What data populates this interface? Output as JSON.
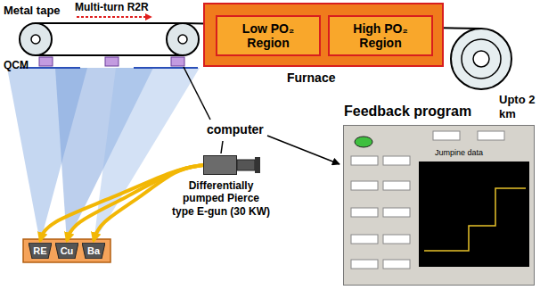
{
  "diagram": {
    "nodes": [
      {
        "text": [
          "Furnace"
        ]
      },
      {
        "text": [
          "Low PO₂ Region"
        ],
        "in": 0
      },
      {
        "text": [
          "High PO₂ Region"
        ],
        "in": 0
      },
      {
        "text": [
          "RE"
        ]
      },
      {
        "text": [
          "Cu"
        ]
      },
      {
        "text": [
          "Ba"
        ]
      },
      {
        "text": [
          "Differentially pumped Pierce type E-gun (30 KW)"
        ]
      },
      {
        "text": [
          "Feedback program"
        ]
      }
    ],
    "edges": [
      {
        "from": 6,
        "to": 3,
        "arrow": "to"
      },
      {
        "from": 6,
        "to": 4,
        "arrow": "to"
      },
      {
        "from": 6,
        "to": 5,
        "arrow": "to"
      }
    ],
    "labels": [
      "Metal tape",
      "Multi-turn R2R",
      "QCM",
      "computer",
      "Upto 2 km",
      "Jumpine data"
    ]
  }
}
